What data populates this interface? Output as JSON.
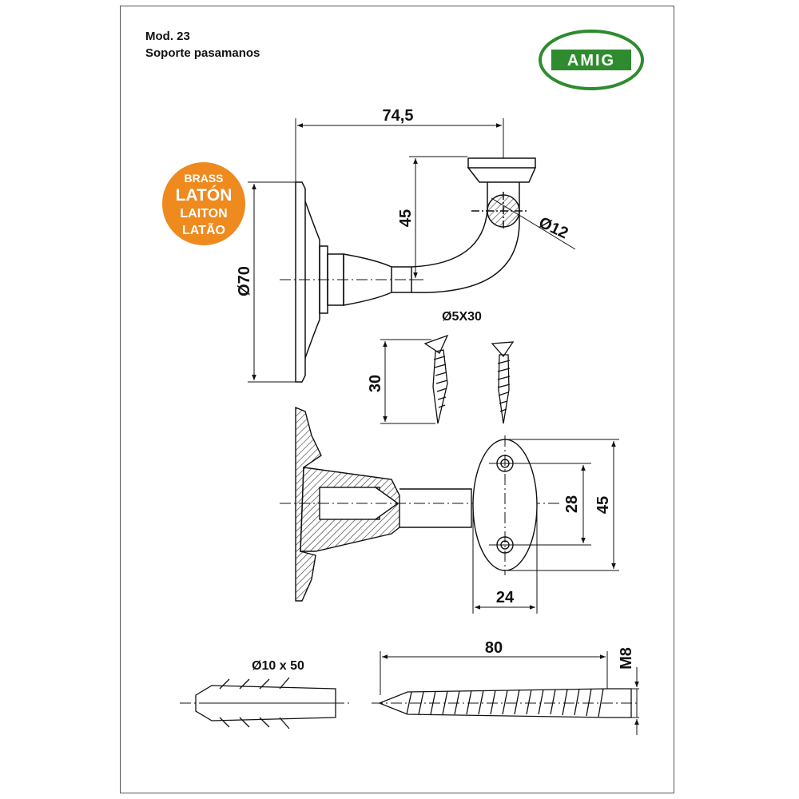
{
  "header": {
    "model": "Mod. 23",
    "description": "Soporte pasamanos"
  },
  "logo": {
    "text": "AMIG",
    "color": "#2e8b2e"
  },
  "material_badge": {
    "lines": [
      "BRASS",
      "LATÓN",
      "LAITON",
      "LATÃO"
    ],
    "color": "#ef8a1f"
  },
  "dimensions": {
    "arm_length": "74,5",
    "arm_height": "45",
    "rail_diameter": "Ø12",
    "base_diameter": "Ø70",
    "screw_spec": "Ø5X30",
    "screw_length": "30",
    "plate_hole_spacing": "28",
    "plate_height": "45",
    "plate_width": "24",
    "plug_spec": "Ø10 x 50",
    "bolt_length": "80",
    "bolt_thread": "M8"
  },
  "icons": [
    "amig-logo",
    "brass-badge",
    "bracket-side-view",
    "bracket-section-view",
    "wood-screw-icon",
    "wall-plug-icon",
    "hanger-bolt-icon"
  ]
}
